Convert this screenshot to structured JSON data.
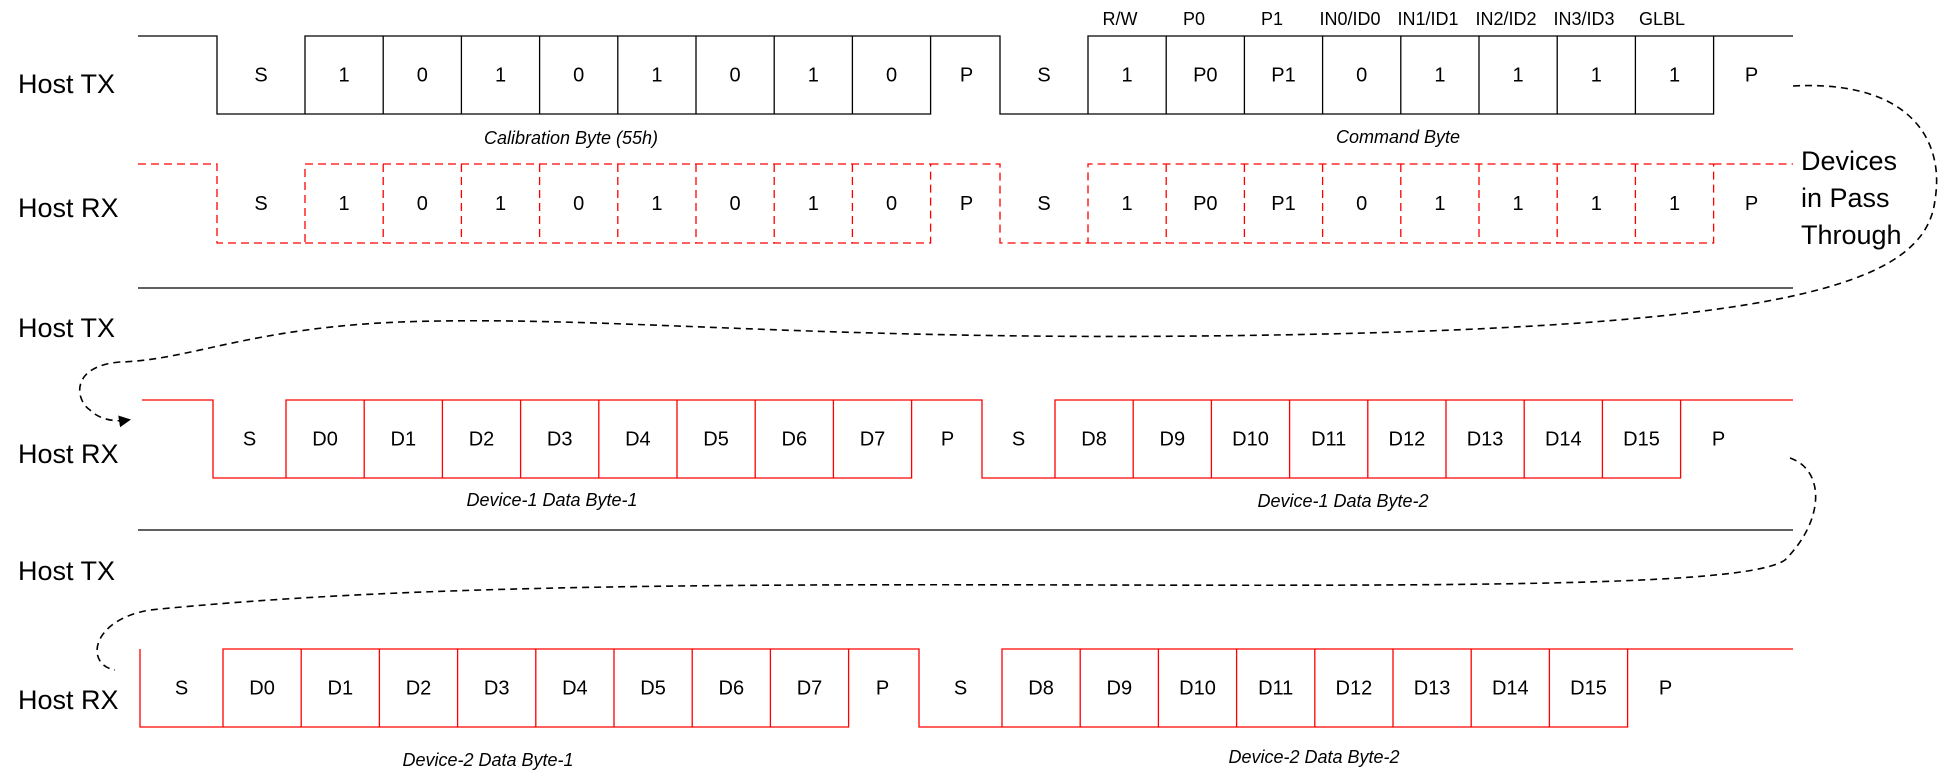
{
  "colors": {
    "tx": "#000000",
    "rx": "#ff0000",
    "arrow": "#000000"
  },
  "rows": [
    {
      "id": "tx1",
      "label": "Host TX"
    },
    {
      "id": "rx1",
      "label": "Host RX"
    },
    {
      "id": "tx2",
      "label": "Host TX"
    },
    {
      "id": "rx2",
      "label": "Host RX"
    },
    {
      "id": "tx3",
      "label": "Host TX"
    },
    {
      "id": "rx3",
      "label": "Host RX"
    }
  ],
  "frames": {
    "calibration": [
      "S",
      "1",
      "0",
      "1",
      "0",
      "1",
      "0",
      "1",
      "0",
      "P"
    ],
    "command": [
      "S",
      "1",
      "P0",
      "P1",
      "0",
      "1",
      "1",
      "1",
      "1",
      "P"
    ],
    "command_headers": [
      "R/W",
      "P0",
      "P1",
      "IN0/ID0",
      "IN1/ID1",
      "IN2/ID2",
      "IN3/ID3",
      "GLBL"
    ],
    "data_byte_low": [
      "S",
      "D0",
      "D1",
      "D2",
      "D3",
      "D4",
      "D5",
      "D6",
      "D7",
      "P"
    ],
    "data_byte_high": [
      "S",
      "D8",
      "D9",
      "D10",
      "D11",
      "D12",
      "D13",
      "D14",
      "D15",
      "P"
    ]
  },
  "captions": {
    "calibration": "Calibration Byte (55h)",
    "command": "Command Byte",
    "dev1_byte1": "Device-1 Data Byte-1",
    "dev1_byte2": "Device-1 Data Byte-2",
    "dev2_byte1": "Device-2 Data Byte-1",
    "dev2_byte2": "Device-2 Data Byte-2"
  },
  "pass_through_note": [
    "Devices",
    "in Pass",
    "Through"
  ]
}
